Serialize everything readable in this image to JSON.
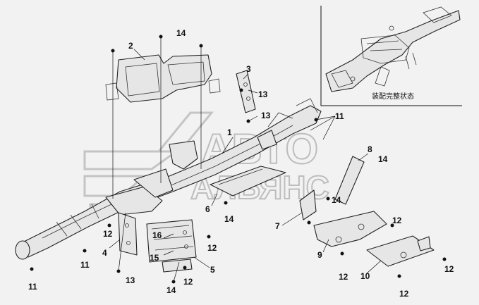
{
  "watermark": {
    "line1": "АВТО",
    "line2": "АЛЬЯНС"
  },
  "inset": {
    "caption": "装配完整状态"
  },
  "callouts": [
    {
      "id": "c1",
      "text": "1"
    },
    {
      "id": "c2",
      "text": "2"
    },
    {
      "id": "c3",
      "text": "3"
    },
    {
      "id": "c4",
      "text": "4"
    },
    {
      "id": "c5",
      "text": "5"
    },
    {
      "id": "c6",
      "text": "6"
    },
    {
      "id": "c7",
      "text": "7"
    },
    {
      "id": "c8",
      "text": "8"
    },
    {
      "id": "c9",
      "text": "9"
    },
    {
      "id": "c10",
      "text": "10"
    },
    {
      "id": "c11a",
      "text": "11"
    },
    {
      "id": "c11b",
      "text": "11"
    },
    {
      "id": "c11c",
      "text": "11"
    },
    {
      "id": "c12a",
      "text": "12"
    },
    {
      "id": "c12b",
      "text": "12"
    },
    {
      "id": "c12c",
      "text": "12"
    },
    {
      "id": "c12d",
      "text": "12"
    },
    {
      "id": "c12e",
      "text": "12"
    },
    {
      "id": "c12f",
      "text": "12"
    },
    {
      "id": "c12g",
      "text": "12"
    },
    {
      "id": "c13a",
      "text": "13"
    },
    {
      "id": "c13b",
      "text": "13"
    },
    {
      "id": "c13c",
      "text": "13"
    },
    {
      "id": "c14a",
      "text": "14"
    },
    {
      "id": "c14b",
      "text": "14"
    },
    {
      "id": "c14c",
      "text": "14"
    },
    {
      "id": "c14d",
      "text": "14"
    },
    {
      "id": "c14e",
      "text": "14"
    },
    {
      "id": "c15",
      "text": "15"
    },
    {
      "id": "c16",
      "text": "16"
    }
  ]
}
